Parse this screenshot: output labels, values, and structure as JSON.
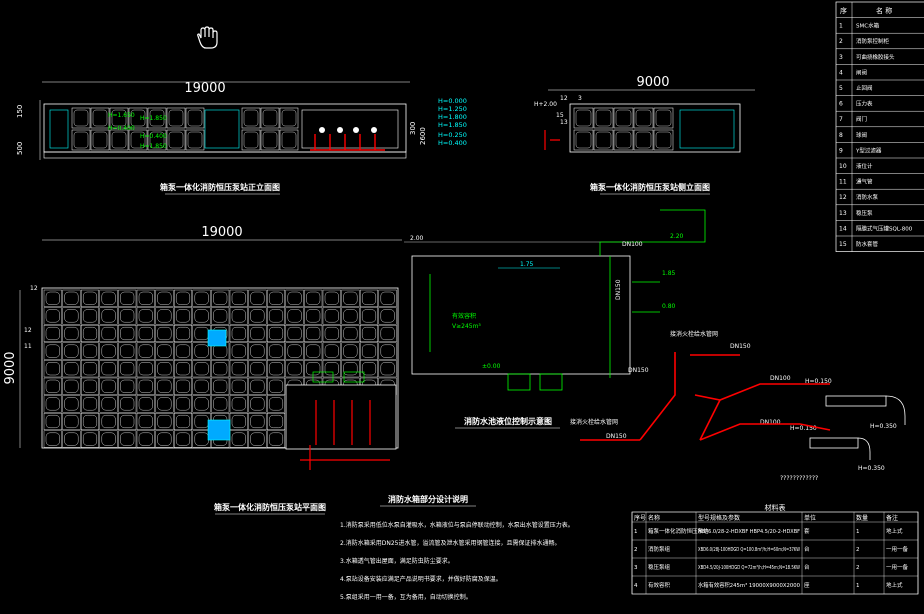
{
  "front_view": {
    "dim_width": "19000",
    "dim_left_stack": [
      "150",
      "500"
    ],
    "dim_right": [
      "300",
      "2600"
    ],
    "inner_labels": [
      "H=1.650",
      "H=0.400",
      "H=1.850",
      "H=0.400",
      "H=1.850"
    ],
    "title": "箱泵一体化消防恒压泵站正立面图"
  },
  "levels_legend": [
    "H=0.000",
    "H=1.250",
    "H=1.800",
    "H=1.850",
    "H=0.250",
    "H=0.400"
  ],
  "side_view": {
    "dim_width": "9000",
    "labels": [
      "H+2.00",
      "12",
      "3",
      "13",
      "15"
    ],
    "title": "箱泵一体化消防恒压泵站侧立面图"
  },
  "plan_view": {
    "dim_width": "19000",
    "dim_height": "9000",
    "left_marks": [
      "12",
      "12",
      "11"
    ],
    "title": "箱泵一体化消防恒压泵站平面图"
  },
  "tank_diagram": {
    "levels": [
      "2.00",
      "1.75",
      "2.20",
      "1.85",
      "0.80",
      "±0.00"
    ],
    "volume_label": "有效容积",
    "volume": "V≥245m³",
    "pipe_labels": [
      "DN100",
      "DN150",
      "DN150"
    ],
    "title": "消防水池液位控制示意图"
  },
  "pipe_system": {
    "top_label": "接消火栓给水管网",
    "bottom_label": "接消火栓给水管网",
    "top_dn": "DN150",
    "bottom_dn": "DN150",
    "right_labels": [
      "DN100",
      "DN100"
    ],
    "levels": [
      "H=0.150",
      "H=0.150",
      "H=0.350",
      "H=0.350"
    ],
    "question": "????????????"
  },
  "notes": {
    "title": "消防水箱部分设计说明",
    "items": [
      "1.消防泵采用低位水泵自灌吸水，水箱液位与泵启停联动控制，水泵出水管设置压力表。",
      "2.消防水箱采用DN25进水管，溢流管及泄水管采用钢管连接，且需保证排水通畅。",
      "3.水箱透气管出屋面，满足防虫防尘要求。",
      "4.泵站设备安装应满足产品说明书要求，并做好防腐及保温。",
      "5.泵组采用一用一备，互为备用，自动切换控制。"
    ]
  },
  "legend_table": {
    "headers": [
      "序",
      "名 称"
    ],
    "rows": [
      [
        "1",
        "SMC水箱"
      ],
      [
        "2",
        "消防泵控制柜"
      ],
      [
        "3",
        "可曲挠橡胶接头"
      ],
      [
        "4",
        "闸阀"
      ],
      [
        "5",
        "止回阀"
      ],
      [
        "6",
        "压力表"
      ],
      [
        "7",
        "阀门"
      ],
      [
        "8",
        "球阀"
      ],
      [
        "9",
        "Y型过滤器"
      ],
      [
        "10",
        "液位计"
      ],
      [
        "11",
        "通气管"
      ],
      [
        "12",
        "消防水泵"
      ],
      [
        "13",
        "稳压泵"
      ],
      [
        "14",
        "隔膜式气压罐SQL-800"
      ],
      [
        "15",
        "防水套管"
      ]
    ]
  },
  "equipment_table": {
    "title": "材料表",
    "headers": [
      "序号",
      "名称",
      "型号规格及参数",
      "单位",
      "数量",
      "备注"
    ],
    "rows": [
      [
        "1",
        "箱泵一体化消防恒压泵站",
        "HBP6.0/28-2-HDXBF HBP4.5/20-2-HDXBF",
        "套",
        "1",
        "地上式"
      ],
      [
        "2",
        "消防泵组",
        "XBD6.0/28J-100HDGD Q=100.8m³/h;H=60m;N=37KW",
        "台",
        "2",
        "一用一备"
      ],
      [
        "3",
        "稳压泵组",
        "XBD4.5/20J-100HDGD Q=72m³/h;H=45m;N=18.5KW",
        "台",
        "2",
        "一用一备"
      ],
      [
        "4",
        "有效容积",
        "水箱有效容积245m³ 19000X9000X2000",
        "座",
        "1",
        "地上式"
      ]
    ]
  },
  "colors": {
    "line": "#ffffff",
    "accent_green": "#00ff00",
    "accent_cyan": "#00ffff",
    "accent_red": "#ff0000",
    "accent_yellow": "#ffff00"
  }
}
